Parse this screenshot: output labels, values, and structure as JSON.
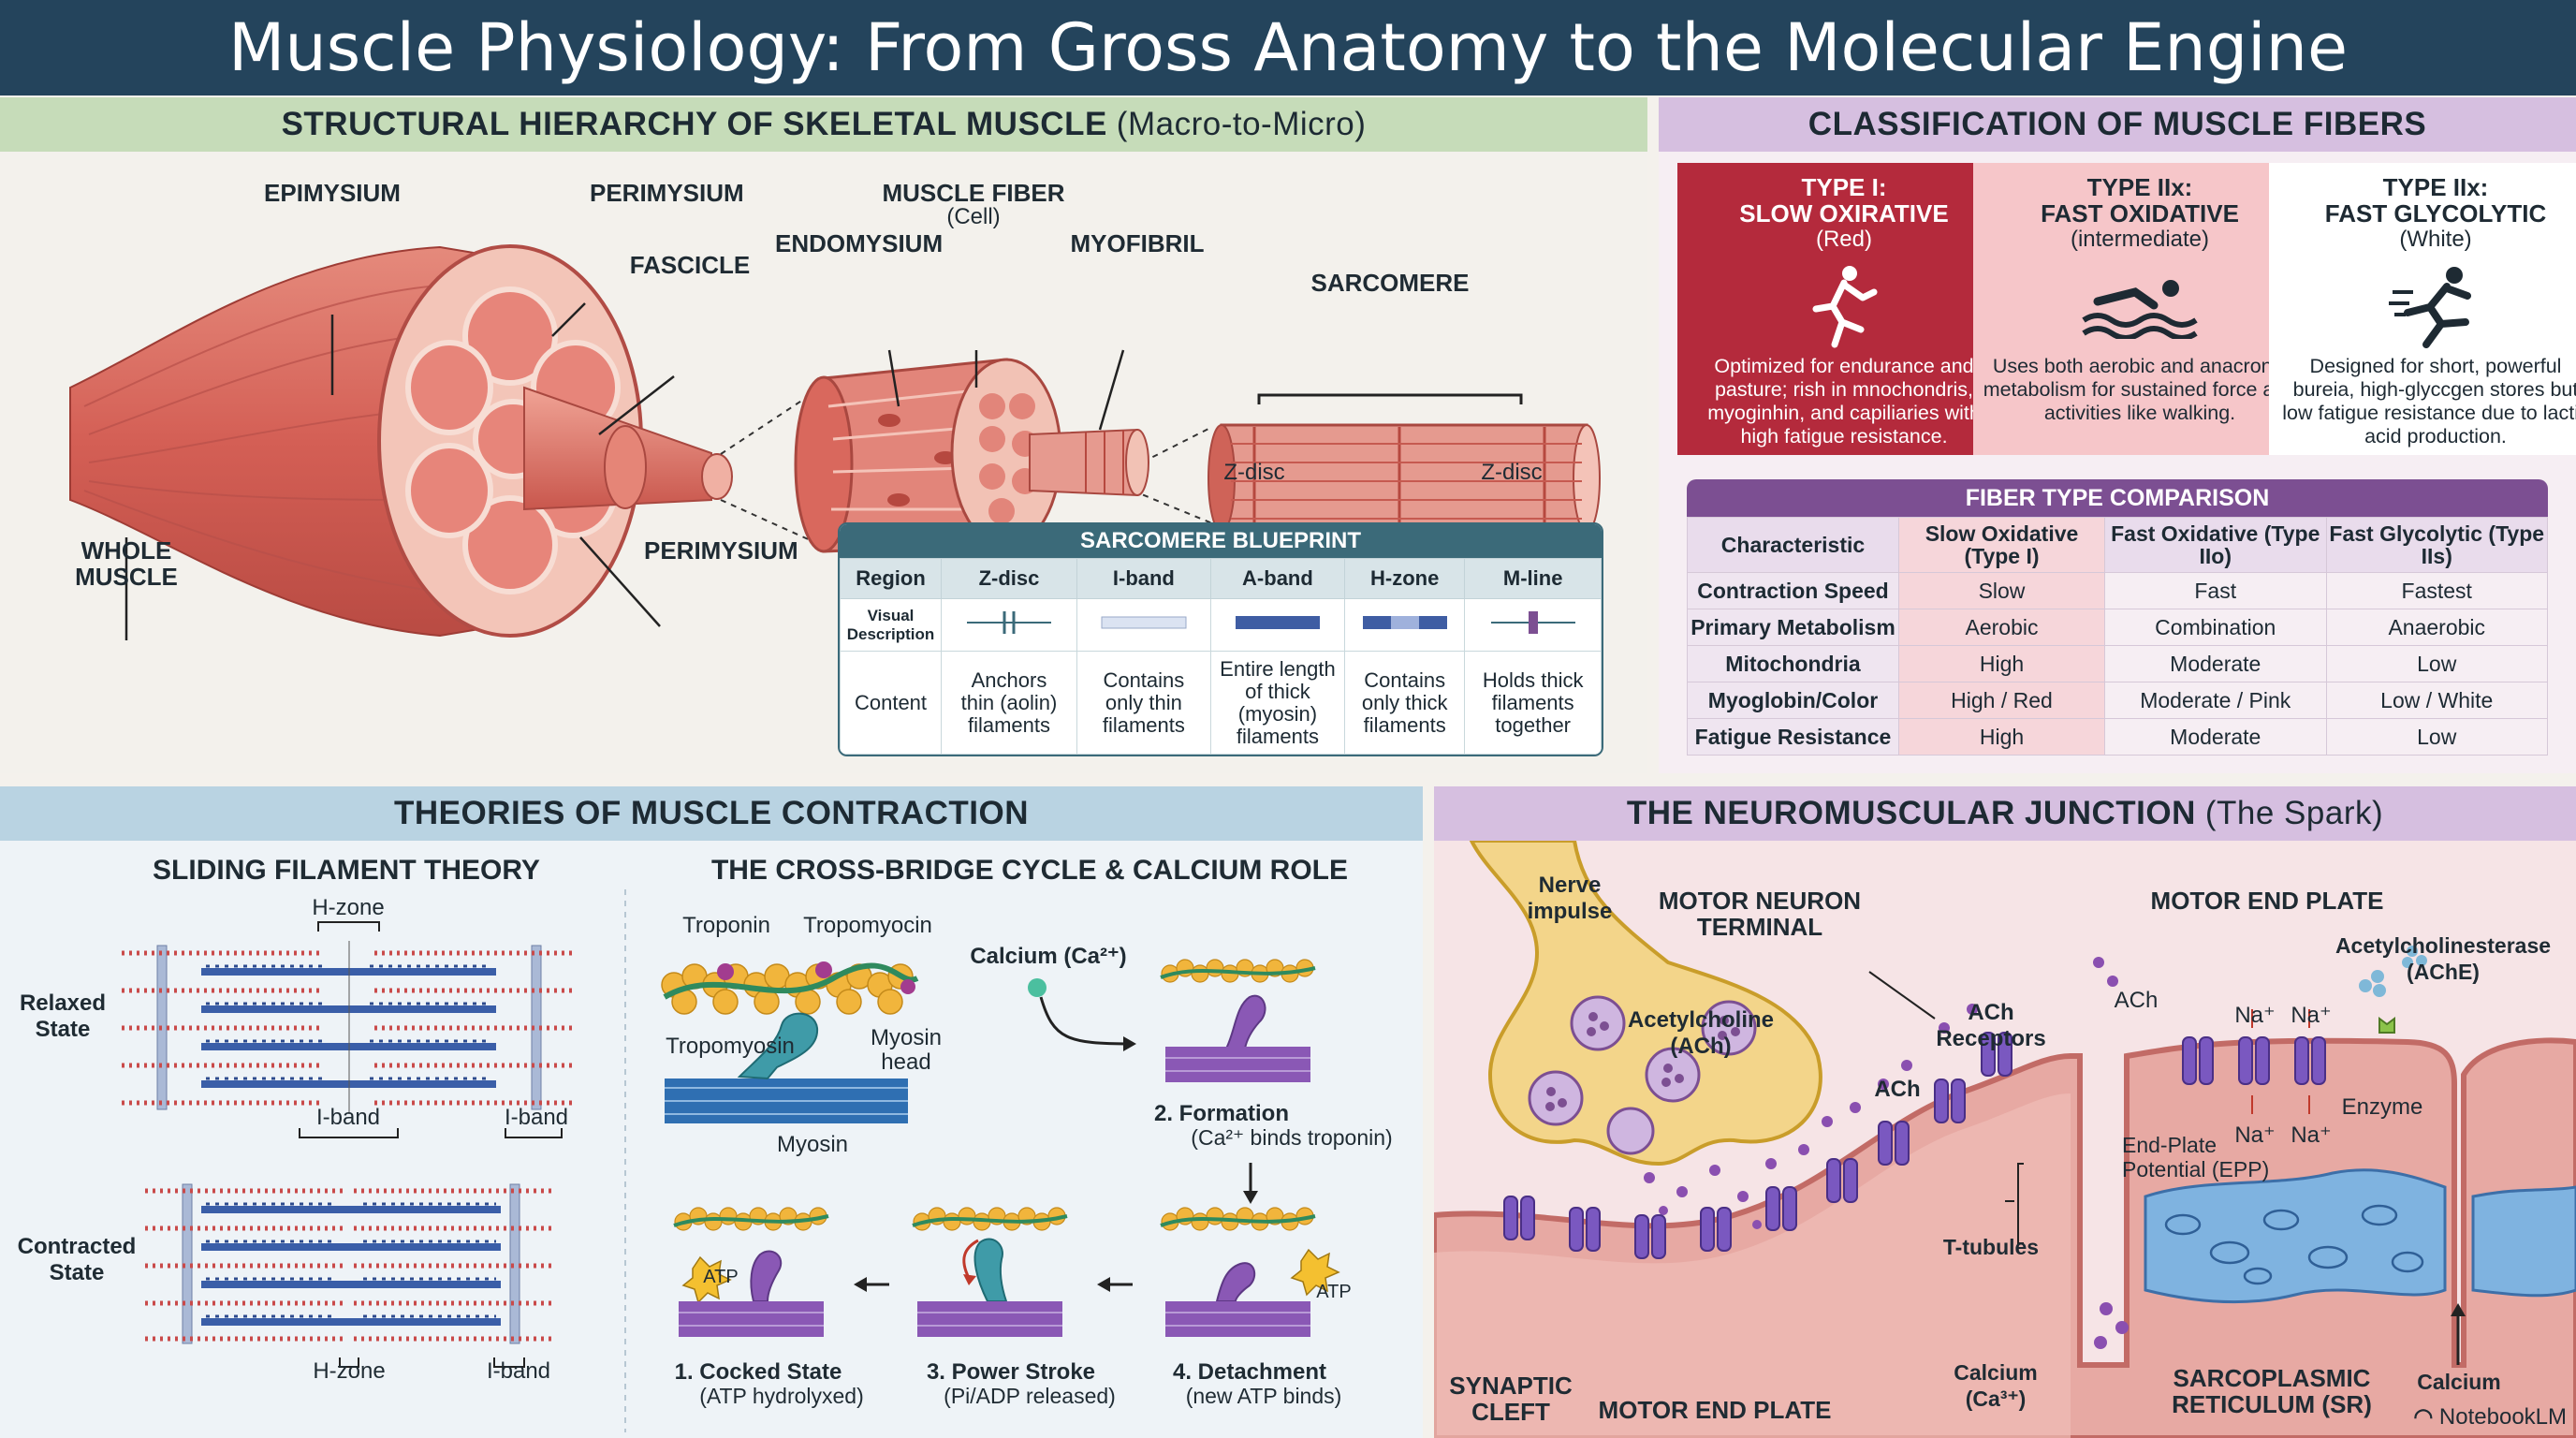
{
  "title": "Muscle Physiology: From Gross Anatomy to the Molecular Engine",
  "structural": {
    "heading": "STRUCTURAL HIERARCHY OF SKELETAL MUSCLE",
    "heading_sub": "(Macro-to-Micro)",
    "labels": {
      "epimysium": "EPIMYSIUM",
      "perimysium_top": "PERIMYSIUM",
      "fascicle": "FASCICLE",
      "whole_muscle": "WHOLE MUSCLE",
      "perimysium_bottom": "PERIMYSIUM",
      "endomysium": "ENDOMYSIUM",
      "muscle_fiber": "MUSCLE FIBER",
      "muscle_fiber_sub": "(Cell)",
      "myofibril": "MYOFIBRIL",
      "sarcomere": "SARCOMERE",
      "zdisc_left": "Z-disc",
      "zdisc_right": "Z-disc"
    },
    "blueprint": {
      "title": "SARCOMERE BLUEPRINT",
      "headers": [
        "Region",
        "Z-disc",
        "I-band",
        "A-band",
        "H-zone",
        "M-line"
      ],
      "visual_label": "Visual Description",
      "content_label": "Content",
      "content": [
        "Anchors thin (aolin) filaments",
        "Contains only thin filaments",
        "Entire length of thick (myosin) filaments",
        "Contains only thick filaments",
        "Holds thick filaments together"
      ]
    }
  },
  "classification": {
    "heading": "CLASSIFICATION OF MUSCLE FIBERS",
    "cards": [
      {
        "type": "TYPE I:",
        "name": "SLOW OXIRATIVE",
        "sub": "(Red)",
        "icon": "runner-icon",
        "desc": "Optimized for endurance and pasture; rish in mnochondris, myoginhin, and capiliaries with high fatigue resistance.",
        "bg": "#b42a3c",
        "fg": "#ffffff"
      },
      {
        "type": "TYPE IIx:",
        "name": "FAST OXIDATIVE",
        "sub": "(intermediate)",
        "icon": "swimmer-icon",
        "desc": "Uses both aerobic and anacronic metabolism for sustained force and activities like walking.",
        "bg": "#f6c6c9",
        "fg": "#1e2a33"
      },
      {
        "type": "TYPE IIx:",
        "name": "FAST GLYCOLYTIC",
        "sub": "(White)",
        "icon": "sprinter-icon",
        "desc": "Designed for short, powerful bureia, high-glyccgen stores but low fatigue resistance due to lactic acid production.",
        "bg": "#ffffff",
        "fg": "#1e2a33"
      }
    ],
    "comparison": {
      "title": "FIBER TYPE COMPARISON",
      "headers": [
        "Characteristic",
        "Slow Oxidative (Type I)",
        "Fast Oxidative (Type IIo)",
        "Fast Glycolytic (Type IIs)"
      ],
      "rows": [
        [
          "Contraction Speed",
          "Slow",
          "Fast",
          "Fastest"
        ],
        [
          "Primary Metabolism",
          "Aerobic",
          "Combination",
          "Anaerobic"
        ],
        [
          "Mitochondria",
          "High",
          "Moderate",
          "Low"
        ],
        [
          "Myoglobin/Color",
          "High / Red",
          "Moderate / Pink",
          "Low / White"
        ],
        [
          "Fatigue Resistance",
          "High",
          "Moderate",
          "Low"
        ]
      ]
    }
  },
  "theories": {
    "heading": "THEORIES OF MUSCLE CONTRACTION",
    "sliding": {
      "title": "SLIDING FILAMENT THEORY",
      "relaxed": "Relaxed State",
      "contracted": "Contracted State",
      "hzone_top": "H-zone",
      "iband_left": "I-band",
      "iband_right": "I-band",
      "hzone_bottom": "H-zone",
      "iband_bottom": "I-band"
    },
    "crossbridge": {
      "title": "THE CROSS-BRIDGE CYCLE & CALCIUM ROLE",
      "troponin": "Troponin",
      "tropomyocin": "Tropomyocin",
      "tropomyosin": "Tropomyosin",
      "myosin_head": "Myosin head",
      "myosin": "Myosin",
      "calcium": "Calcium (Ca²⁺)",
      "atp": "ATP",
      "steps": [
        {
          "title": "2. Formation",
          "sub": "(Ca²⁺ binds troponin)"
        },
        {
          "title": "1. Cocked State",
          "sub": "(ATP hydrolyxed)"
        },
        {
          "title": "3. Power Stroke",
          "sub": "(Pi/ADP released)"
        },
        {
          "title": "4. Detachment",
          "sub": "(new ATP binds)"
        }
      ]
    }
  },
  "nmj": {
    "heading": "THE NEUROMUSCULAR JUNCTION",
    "heading_sub": "(The Spark)",
    "labels": {
      "nerve_impulse": "Nerve impulse",
      "motor_neuron_terminal": "MOTOR NEURON TERMINAL",
      "acetylcholine": "Acetylcholine (ACh)",
      "ach": "ACh",
      "ach_receptors": "ACh Receptors",
      "ach_top": "ACh",
      "motor_end_plate_top": "MOTOR END PLATE",
      "acetylcholinesterase": "Acetylcholinesterase (AChE)",
      "enzyme": "Enzyme",
      "na1": "Na⁺",
      "na2": "Na⁺",
      "na3": "Na⁺",
      "na4": "Na⁺",
      "epp": "End-Plate Potential (EPP)",
      "t_tubules": "T-tubules",
      "synaptic_cleft": "SYNAPTIC CLEFT",
      "motor_end_plate_bottom": "MOTOR END PLATE",
      "calcium_left": "Calcium (Ca³⁺)",
      "sr": "SARCOPLASMIC RETICULUM (SR)",
      "calcium_right": "Calcium"
    },
    "brand": "NotebookLM"
  },
  "colors": {
    "title_bar": "#24445c",
    "structural_head": "#c6dcb9",
    "classification_head": "#d6bfe0",
    "theories_head": "#b9d3e2",
    "nmj_head": "#d6bfe0",
    "muscle": "#d9685d",
    "myosin": "#3a5ea8",
    "actin": "#c94a4a"
  }
}
